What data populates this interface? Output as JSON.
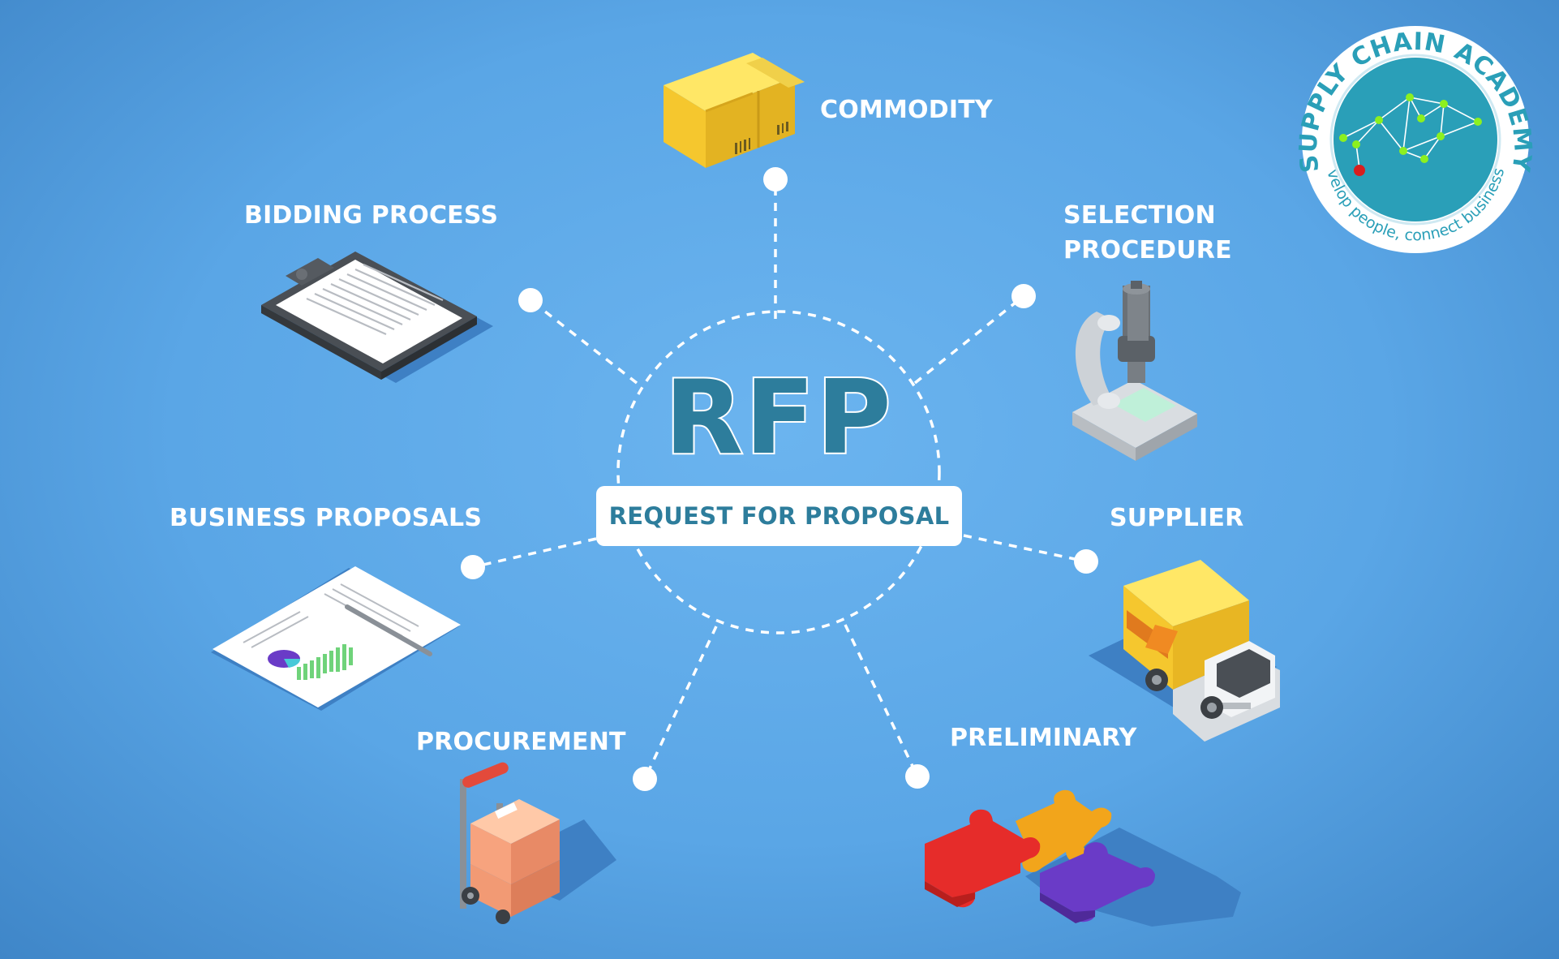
{
  "center": {
    "title": "RFP",
    "subtitle": "REQUEST FOR PROPOSAL"
  },
  "nodes": [
    {
      "id": "commodity",
      "label_lines": [
        "COMMODITY"
      ],
      "icon": "cardboard-boxes-icon"
    },
    {
      "id": "selection-procedure",
      "label_lines": [
        "SELECTION",
        "PROCEDURE"
      ],
      "icon": "microscope-icon"
    },
    {
      "id": "supplier",
      "label_lines": [
        "SUPPLIER"
      ],
      "icon": "delivery-truck-icon"
    },
    {
      "id": "preliminary",
      "label_lines": [
        "PRELIMINARY"
      ],
      "icon": "puzzle-pieces-icon"
    },
    {
      "id": "procurement",
      "label_lines": [
        "PROCUREMENT"
      ],
      "icon": "hand-truck-boxes-icon"
    },
    {
      "id": "business-proposals",
      "label_lines": [
        "BUSINESS PROPOSALS"
      ],
      "icon": "document-chart-icon"
    },
    {
      "id": "bidding-process",
      "label_lines": [
        "BIDDING PROCESS"
      ],
      "icon": "clipboard-icon"
    }
  ],
  "logo": {
    "name": "SUPPLY CHAIN ACADEMY",
    "tagline": "develop people, connect businesses",
    "icon": "network-graduation-cap-icon"
  },
  "colors": {
    "background": "#5aa6e6",
    "rfp_text": "#2d7d9c",
    "logo_teal": "#2a9fb8",
    "connector": "#ffffff"
  }
}
